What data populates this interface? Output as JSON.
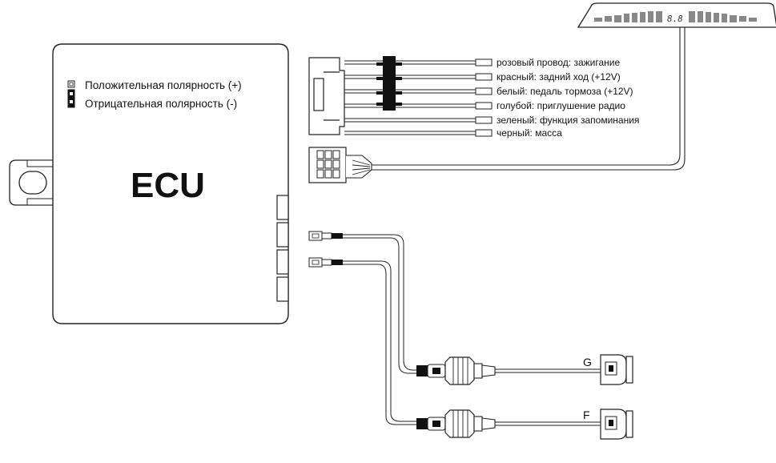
{
  "ecu": {
    "title": "ECU",
    "polarity": [
      {
        "label": "Положительная полярность (+)",
        "state": "open"
      },
      {
        "label": "Отрицательная полярность  (-)",
        "state": "filled"
      }
    ]
  },
  "wires": [
    {
      "label": "розовый провод: зажигание",
      "color": "pink"
    },
    {
      "label": "красный: задний ход (+12V)",
      "color": "red"
    },
    {
      "label": "белый: педаль тормоза (+12V)",
      "color": "white"
    },
    {
      "label": "голубой: приглушение радио",
      "color": "light-blue"
    },
    {
      "label": "зеленый: функция запоминания",
      "color": "green"
    },
    {
      "label": "черный: масса",
      "color": "black"
    }
  ],
  "display": {
    "readout": "8.8"
  },
  "sensors": [
    {
      "label": "G"
    },
    {
      "label": "F"
    }
  ],
  "colors": {
    "line": "#222222",
    "fill": "#ffffff",
    "dark": "#111111",
    "led": "#888888"
  }
}
